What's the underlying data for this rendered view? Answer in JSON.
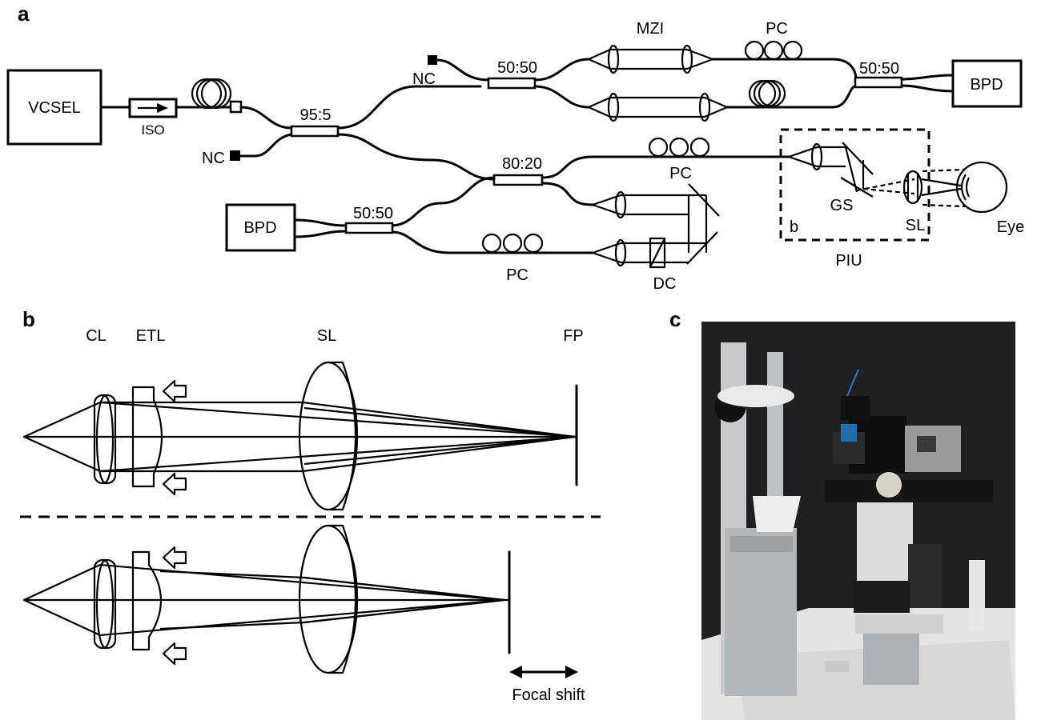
{
  "panels": {
    "a": "a",
    "b": "b",
    "c": "c"
  },
  "schematic_a": {
    "vcsel": "VCSEL",
    "iso": "ISO",
    "nc_left": "NC",
    "nc_top": "NC",
    "coupler_95_5": "95:5",
    "coupler_50_50_mzi_in": "50:50",
    "coupler_50_50_mzi_out": "50:50",
    "coupler_80_20": "80:20",
    "coupler_50_50_ref": "50:50",
    "mzi": "MZI",
    "pc_top": "PC",
    "pc_sample": "PC",
    "pc_ref": "PC",
    "bpd_top": "BPD",
    "bpd_bottom": "BPD",
    "dc": "DC",
    "gs": "GS",
    "sl": "SL",
    "b_marker": "b",
    "piu": "PIU",
    "eye": "Eye"
  },
  "optics_b": {
    "cl": "CL",
    "etl": "ETL",
    "sl": "SL",
    "fp": "FP",
    "focal_shift": "Focal shift"
  },
  "colors": {
    "line": "#000000",
    "photo_bg": "#1f2022",
    "aluminum": "#c8cbce",
    "table": "#e4e4e2"
  }
}
